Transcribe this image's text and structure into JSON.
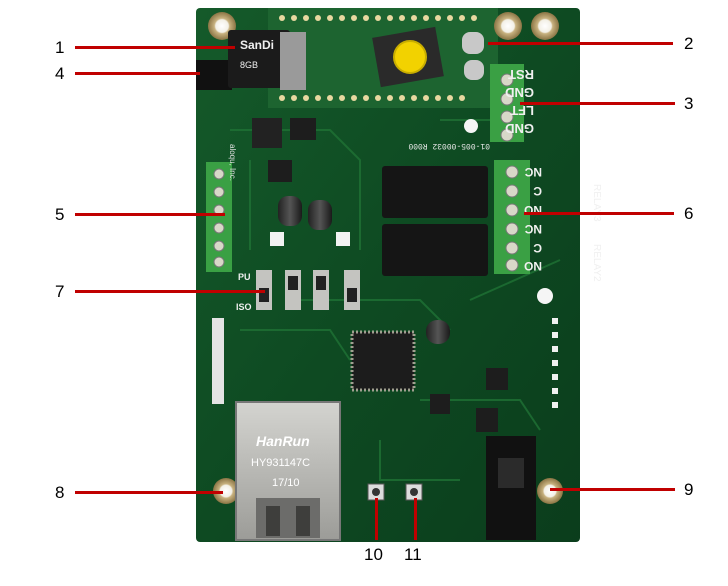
{
  "image": {
    "callouts": [
      "1",
      "2",
      "3",
      "4",
      "5",
      "6",
      "7",
      "8",
      "9",
      "10",
      "11"
    ],
    "colors": {
      "board": "#0e4a22",
      "leader": "#c00000",
      "mounting_hole": "#c8b280",
      "sd_card": "#1b1b1b",
      "relay": "#151515",
      "terminal_block": "#3aa044",
      "ethernet_jack": "#b8b8b4",
      "button": "#f2d200"
    },
    "silkscreen": {
      "sd_brand": "SanDi",
      "sd_capacity": "8GB",
      "jack_brand": "HanRun",
      "jack_part": "HY931147C",
      "jack_date": "17/10",
      "top_terminal_labels": [
        "RST",
        "GND",
        "LFT",
        "GND"
      ],
      "relay_terminal_labels": [
        "NC",
        "C",
        "NO",
        "NC",
        "C",
        "NO"
      ],
      "relay_group_labels": [
        "RELAY3",
        "RELAY2"
      ],
      "part_number": "01-005-00032 R000",
      "switch_label_top": "PU",
      "switch_label_bottom": "ISO",
      "company_text": "aloqu, Inc."
    }
  }
}
